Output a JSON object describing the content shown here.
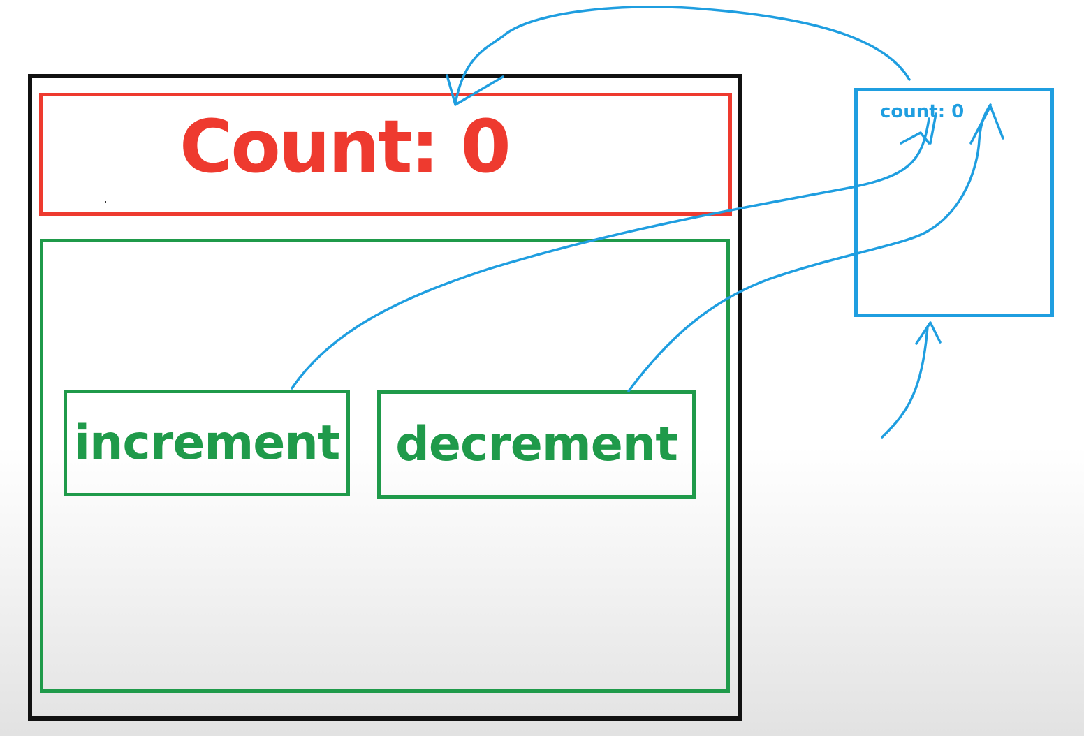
{
  "component": {
    "count_text": "Count: 0",
    "increment_label": "increment",
    "decrement_label": "decrement"
  },
  "store": {
    "state_text": "count: 0"
  },
  "colors": {
    "frame": "#111111",
    "display": "#ee3a2f",
    "controls": "#1f9a4a",
    "store": "#1f9ee0"
  }
}
